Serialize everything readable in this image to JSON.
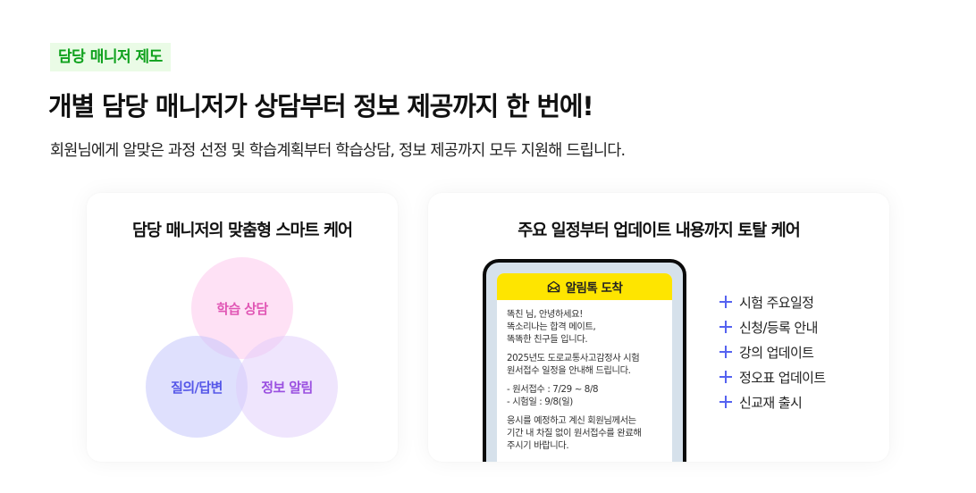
{
  "header": {
    "tag": "담당 매니저 제도",
    "headline": "개별 담당 매니저가 상담부터 정보 제공까지 한 번에!",
    "subtext": "회원님에게 알맞은 과정 선정 및 학습계획부터 학습상담, 정보 제공까지 모두 지원해 드립니다."
  },
  "colors": {
    "tag_bg": "#eafbe6",
    "tag_text": "#0ea11c",
    "circle_top": "#e055b4",
    "circle_left": "#5557e8",
    "circle_right": "#9a4fe0",
    "kakao_yellow": "#fee500",
    "plus_icon": "#5562f0"
  },
  "left_card": {
    "title": "담당 매니저의 맞춤형 스마트 케어",
    "circles": [
      {
        "label": "학습 상담"
      },
      {
        "label": "질의/답변"
      },
      {
        "label": "정보 알림"
      }
    ]
  },
  "right_card": {
    "title": "주요 일정부터 업데이트 내용까지 토탈 케어",
    "message": {
      "icon": "envelope-icon",
      "header": "알림톡 도착",
      "paragraphs": [
        [
          "똑친 님, 안녕하세요!",
          "똑소리나는 합격 메이트,",
          "똑똑한 친구들 입니다."
        ],
        [
          "2025년도 도로교통사고감정사 시험",
          "원서접수 일정을 안내해 드립니다."
        ],
        [
          "- 원서접수 : 7/29 ~ 8/8",
          "- 시험일 : 9/8(일)"
        ],
        [
          "응시를 예정하고 계신 회원님께서는",
          "기간 내 차질 없이 원서접수를 완료해",
          "주시기 바랍니다."
        ]
      ]
    },
    "features": [
      {
        "icon": "plus-icon",
        "label": "시험 주요일정"
      },
      {
        "icon": "plus-icon",
        "label": "신청/등록 안내"
      },
      {
        "icon": "plus-icon",
        "label": "강의 업데이트"
      },
      {
        "icon": "plus-icon",
        "label": "정오표 업데이트"
      },
      {
        "icon": "plus-icon",
        "label": "신교재 출시"
      }
    ]
  }
}
